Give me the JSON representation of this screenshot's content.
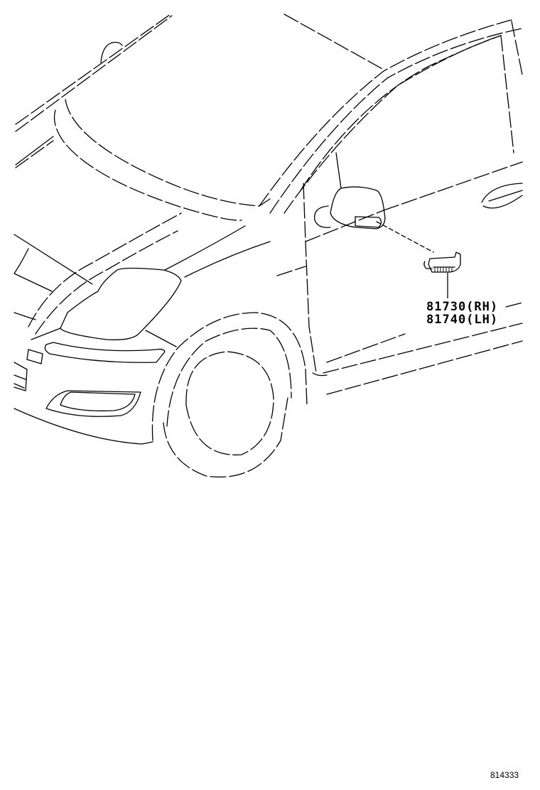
{
  "diagram": {
    "callouts": [
      {
        "part_number": "81730",
        "side": "(RH)",
        "text": "81730(RH)"
      },
      {
        "part_number": "81740",
        "side": "(LH)",
        "text": "81740(LH)"
      }
    ],
    "illustration_code": "814333",
    "part_icon": "side-turn-signal-lamp-icon",
    "colors": {
      "line": "#000000",
      "background": "#ffffff"
    }
  }
}
